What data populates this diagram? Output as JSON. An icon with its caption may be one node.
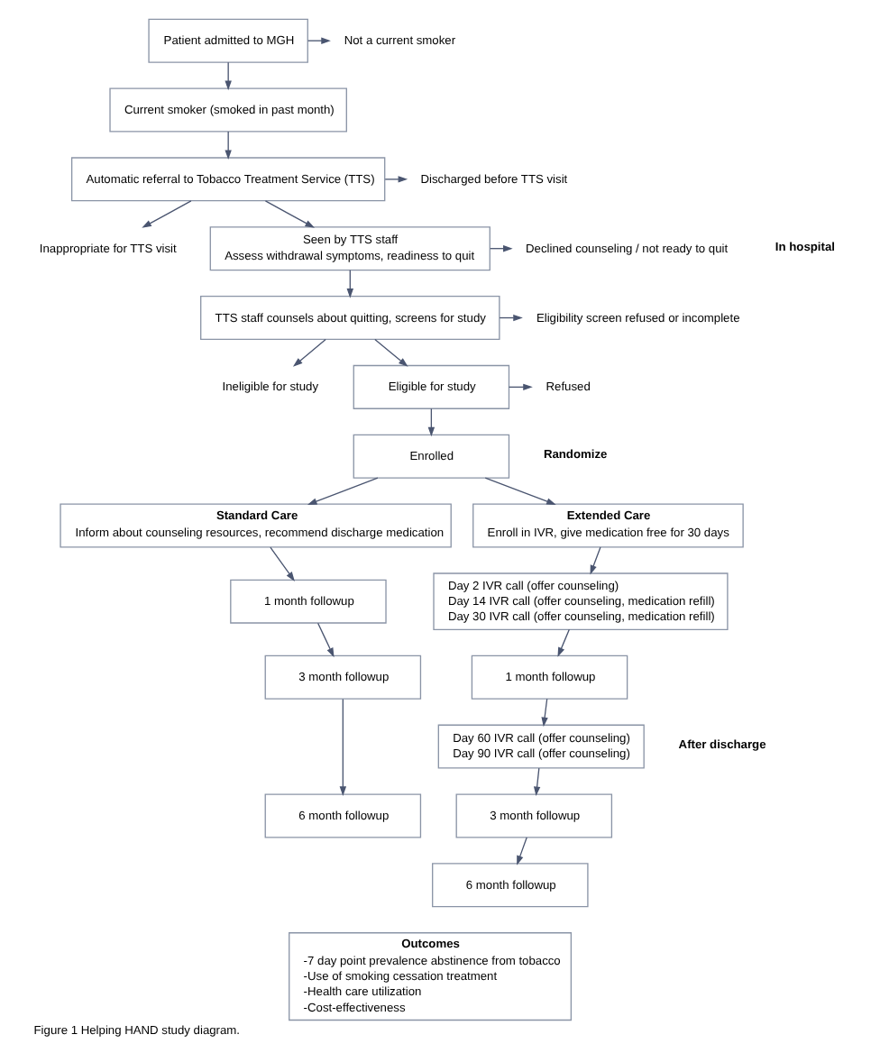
{
  "diagram": {
    "caption": "Figure 1 Helping HAND study diagram.",
    "nodes": [
      {
        "text": [
          "Patient admitted to MGH"
        ]
      },
      {
        "text": [
          "Not a current smoker"
        ]
      },
      {
        "text": [
          "Current smoker (smoked in past month)"
        ]
      },
      {
        "text": [
          "Automatic referral to Tobacco Treatment Service (TTS)"
        ]
      },
      {
        "text": [
          "Discharged before TTS visit"
        ]
      },
      {
        "text": [
          "Inappropriate for TTS visit"
        ]
      },
      {
        "text": [
          "Seen by TTS staff",
          "Assess withdrawal symptoms, readiness to quit"
        ]
      },
      {
        "text": [
          "Declined counseling / not ready to quit"
        ]
      },
      {
        "text": [
          "TTS staff counsels about quitting, screens for study"
        ]
      },
      {
        "text": [
          "Eligibility screen refused or incomplete"
        ]
      },
      {
        "text": [
          "Ineligible for study"
        ]
      },
      {
        "text": [
          "Eligible for study"
        ]
      },
      {
        "text": [
          "Refused"
        ]
      },
      {
        "text": [
          "Enrolled"
        ]
      },
      {
        "text": [
          "Standard Care",
          "Inform about counseling resources, recommend discharge medication"
        ]
      },
      {
        "text": [
          "Extended Care",
          "Enroll in IVR, give medication free for 30 days"
        ]
      },
      {
        "text": [
          "Day 2 IVR call (offer counseling)",
          "Day 14 IVR call (offer counseling, medication refill)",
          "Day 30 IVR call (offer counseling, medication refill)"
        ]
      },
      {
        "text": [
          "1 month followup"
        ]
      },
      {
        "text": [
          "1 month followup"
        ]
      },
      {
        "text": [
          "Day 60 IVR call (offer counseling)",
          "Day 90 IVR call (offer counseling)"
        ]
      },
      {
        "text": [
          "3 month followup"
        ]
      },
      {
        "text": [
          "3 month followup"
        ]
      },
      {
        "text": [
          "6 month followup"
        ]
      },
      {
        "text": [
          "6 month followup"
        ]
      },
      {
        "text": [
          "Outcomes",
          "-7 day point prevalence abstinence from tobacco",
          "-Use of smoking cessation treatment",
          "-Health care utilization",
          "-Cost-effectiveness"
        ]
      }
    ],
    "edges": [
      {
        "from": 0,
        "to": 2,
        "arrow": "to"
      },
      {
        "from": 0,
        "to": 1,
        "arrow": "to"
      },
      {
        "from": 2,
        "to": 3,
        "arrow": "to"
      },
      {
        "from": 3,
        "to": 6,
        "arrow": "to"
      },
      {
        "from": 3,
        "to": 4,
        "arrow": "to"
      },
      {
        "from": 3,
        "to": 5,
        "arrow": "to"
      },
      {
        "from": 6,
        "to": 8,
        "arrow": "to"
      },
      {
        "from": 6,
        "to": 7,
        "arrow": "to"
      },
      {
        "from": 8,
        "to": 11,
        "arrow": "to"
      },
      {
        "from": 8,
        "to": 9,
        "arrow": "to"
      },
      {
        "from": 8,
        "to": 10,
        "arrow": "to"
      },
      {
        "from": 11,
        "to": 13,
        "arrow": "to"
      },
      {
        "from": 11,
        "to": 12,
        "arrow": "to"
      },
      {
        "from": 13,
        "to": 14,
        "arrow": "to"
      },
      {
        "from": 13,
        "to": 15,
        "arrow": "to"
      },
      {
        "from": 14,
        "to": 17,
        "arrow": "to"
      },
      {
        "from": 15,
        "to": 16,
        "arrow": "to"
      },
      {
        "from": 16,
        "to": 18,
        "arrow": "to"
      },
      {
        "from": 17,
        "to": 20,
        "arrow": "to"
      },
      {
        "from": 18,
        "to": 19,
        "arrow": "to"
      },
      {
        "from": 19,
        "to": 21,
        "arrow": "to"
      },
      {
        "from": 20,
        "to": 22,
        "arrow": "to"
      },
      {
        "from": 21,
        "to": 23,
        "arrow": "to"
      }
    ],
    "labels": [
      "In hospital",
      "Randomize",
      "After discharge"
    ]
  }
}
